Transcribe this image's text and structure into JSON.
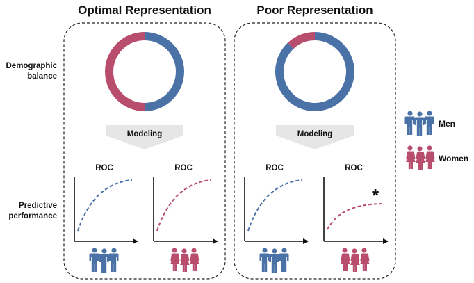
{
  "titles": {
    "left": "Optimal Representation",
    "right": "Poor Representation"
  },
  "row_labels": {
    "demographic_line1": "Demographic",
    "demographic_line2": "balance",
    "predictive_line1": "Predictive",
    "predictive_line2": "performance"
  },
  "modeling_label": "Modeling",
  "roc_label": "ROC",
  "legend": {
    "men": "Men",
    "women": "Women"
  },
  "significance_marker": "*",
  "colors": {
    "men": "#4a72a6",
    "women": "#b84d6e",
    "arrow": "#e6e6e6",
    "axis": "#111111",
    "border": "#222222"
  },
  "chart_data": [
    {
      "type": "pie",
      "title": "",
      "categories": [
        "Men",
        "Women"
      ],
      "values": [
        50,
        50
      ]
    },
    {
      "type": "pie",
      "title": "",
      "categories": [
        "Men",
        "Women"
      ],
      "values": [
        88,
        12
      ]
    }
  ],
  "roc_curves": [
    {
      "panel": "optimal",
      "group": "Men",
      "level": "high"
    },
    {
      "panel": "optimal",
      "group": "Women",
      "level": "high"
    },
    {
      "panel": "poor",
      "group": "Men",
      "level": "high"
    },
    {
      "panel": "poor",
      "group": "Women",
      "level": "low"
    }
  ]
}
